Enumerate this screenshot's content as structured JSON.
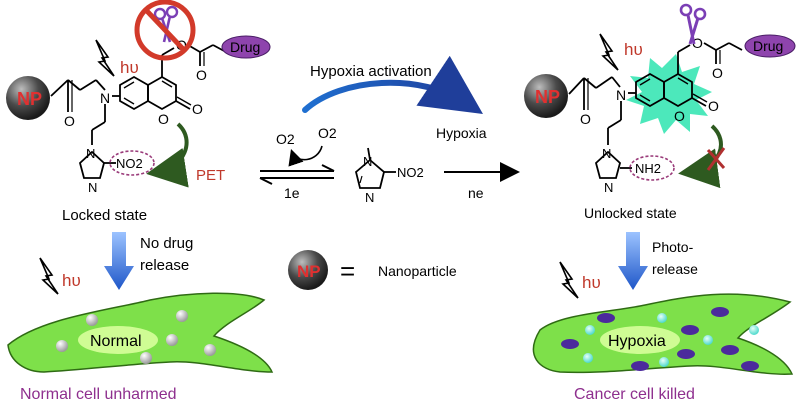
{
  "colors": {
    "hv": "#c0392b",
    "caption": "#8e2f8e",
    "drug_fill": "#8e44ad",
    "cell_fill": "#7ee04a",
    "cell_stroke": "#2f6b14",
    "np_fill": "#3a3a3a",
    "np_text": "#e03030",
    "activation_glow": "#39e6b4",
    "blue_arrow": "#2f6fd8",
    "pet_arrow": "#2e5a20",
    "forbid_red": "#d23a2a"
  },
  "icons": [
    "lightning-icon",
    "scissors-icon",
    "forbidden-icon",
    "nanoparticle-icon",
    "cross-mark-icon"
  ],
  "left": {
    "np": "NP",
    "hv": "hυ",
    "drug": "Drug",
    "o_label": "O",
    "n_label": "N",
    "nitro_group": "NO2",
    "pet": "PET",
    "state": "Locked state",
    "release_line1": "No drug",
    "release_line2": "release",
    "cell_label": "Normal",
    "caption": "Normal cell unharmed"
  },
  "center": {
    "activation": "Hypoxia activation",
    "o2_left": "O2",
    "o2_right": "O2",
    "one_e": "1e",
    "hypoxia": "Hypoxia",
    "ne": "ne",
    "nitro_group": "NO2",
    "n_label": "N",
    "np": "NP",
    "equals": "=",
    "legend": "Nanoparticle"
  },
  "right": {
    "np": "NP",
    "hv": "hυ",
    "drug": "Drug",
    "o_label": "O",
    "n_label": "N",
    "amine_group": "NH2",
    "state": "Unlocked state",
    "release_line1": "Photo-",
    "release_line2": "release",
    "cell_label": "Hypoxia",
    "caption": "Cancer cell killed"
  }
}
